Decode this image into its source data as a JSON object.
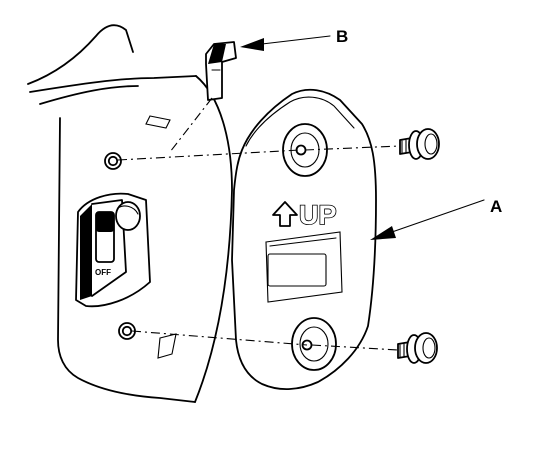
{
  "callouts": {
    "a": "A",
    "b": "B"
  },
  "plate": {
    "marking": "UP"
  },
  "switch": {
    "label": "OFF"
  }
}
